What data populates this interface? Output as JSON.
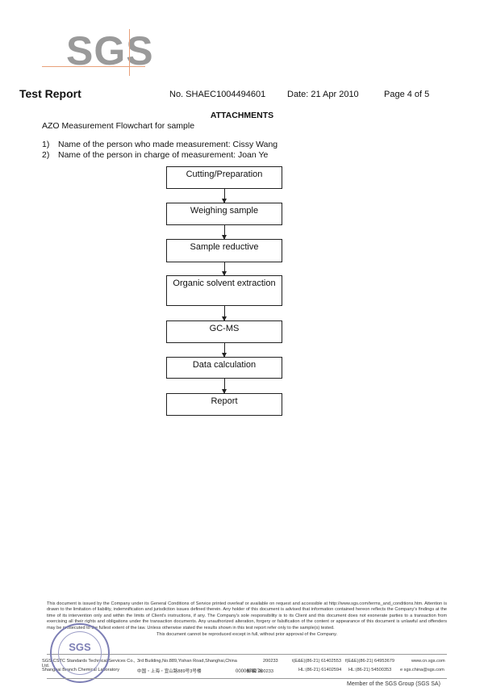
{
  "header": {
    "logo": "SGS",
    "title": "Test Report",
    "report_no": "No. SHAEC1004494601",
    "date": "Date: 21 Apr 2010",
    "page": "Page 4 of 5"
  },
  "section": {
    "title": "ATTACHMENTS",
    "intro": "AZO Measurement Flowchart for sample",
    "people": [
      {
        "num": "1)",
        "text": "Name of the person who made measurement: Cissy Wang"
      },
      {
        "num": "2)",
        "text": "Name of the person in charge of measurement: Joan Ye"
      }
    ]
  },
  "flowchart": {
    "steps": [
      "Cutting/Preparation",
      "Weighing sample",
      "Sample reductive",
      "Organic solvent extraction",
      "GC-MS",
      "Data calculation",
      "Report"
    ]
  },
  "footer": {
    "disclaimer": "This document is issued by the Company under its General Conditions of Service printed overleaf or available on request and accessible at http://www.sgs.com/terms_and_conditions.htm. Attention is drawn to the limitation of liability, indemnification and jurisdiction issues defined therein. Any holder of this document is advised that information contained hereon reflects the Company's findings at the time of its intervention only and within the limits of Client's instructions, if any. The Company's sole responsibility is to its Client and this document does not exonerate parties to a transaction from exercising all their rights and obligations under the transaction documents. Any unauthorized alteration, forgery or falsification of the content or appearance of this document is unlawful and offenders may be prosecuted to the fullest extent of the law. Unless otherwise stated the results shown in this test report refer only to the sample(s) tested.",
    "reproduction_note": "This document cannot be reproduced except in full, without prior approval of the Company.",
    "company_en": "SGS-CSTC Standards Technical Services Co., Ltd.",
    "company_cn": "Shanghai Branch Chemical Laboratory",
    "address_en": "3rd Building,No.889,Yishan Road,Shanghai,China",
    "postcode_en": "200233",
    "tel_en": "t(E&E)(86-21) 61402553",
    "fax_en": "f(E&E)(86-21) 64953679",
    "web": "www.cn.sgs.com",
    "address_cn": "中国・上海・宜山路889号3号楼",
    "postcode_cn": "邮编: 200233",
    "tel_cn": "HL:(86-21) 61402594",
    "fax_cn": "HL:(86-21) 54500353",
    "email": "e sgs.china@sgs.com",
    "doc_code": "0000676276",
    "member": "Member of the SGS Group (SGS SA)",
    "stamp_text": "SGS"
  }
}
